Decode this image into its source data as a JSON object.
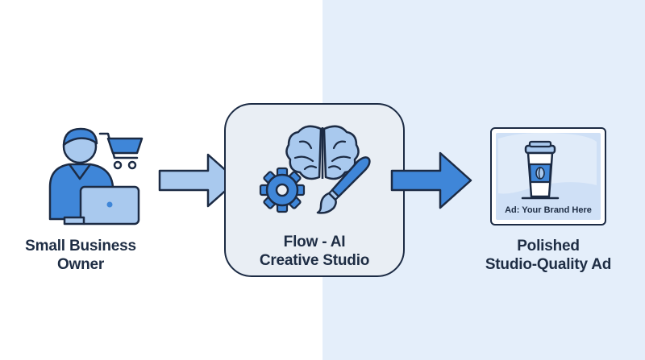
{
  "nodes": {
    "owner": {
      "line1": "Small Business",
      "line2": "Owner"
    },
    "studio": {
      "line1": "Flow - AI",
      "line2": "Creative Studio"
    },
    "result": {
      "line1": "Polished",
      "line2": "Studio-Quality Ad",
      "ad_text": "Ad: Your Brand Here"
    }
  },
  "colors": {
    "primary": "#3f86d8",
    "light": "#a9c9ee",
    "outline": "#1c2b44",
    "panel": "#e4eefa"
  },
  "icons": [
    "person-icon",
    "laptop-icon",
    "shopping-cart-icon",
    "arrow-right-icon",
    "brain-icon",
    "gear-icon",
    "paintbrush-icon",
    "coffee-cup-icon"
  ]
}
